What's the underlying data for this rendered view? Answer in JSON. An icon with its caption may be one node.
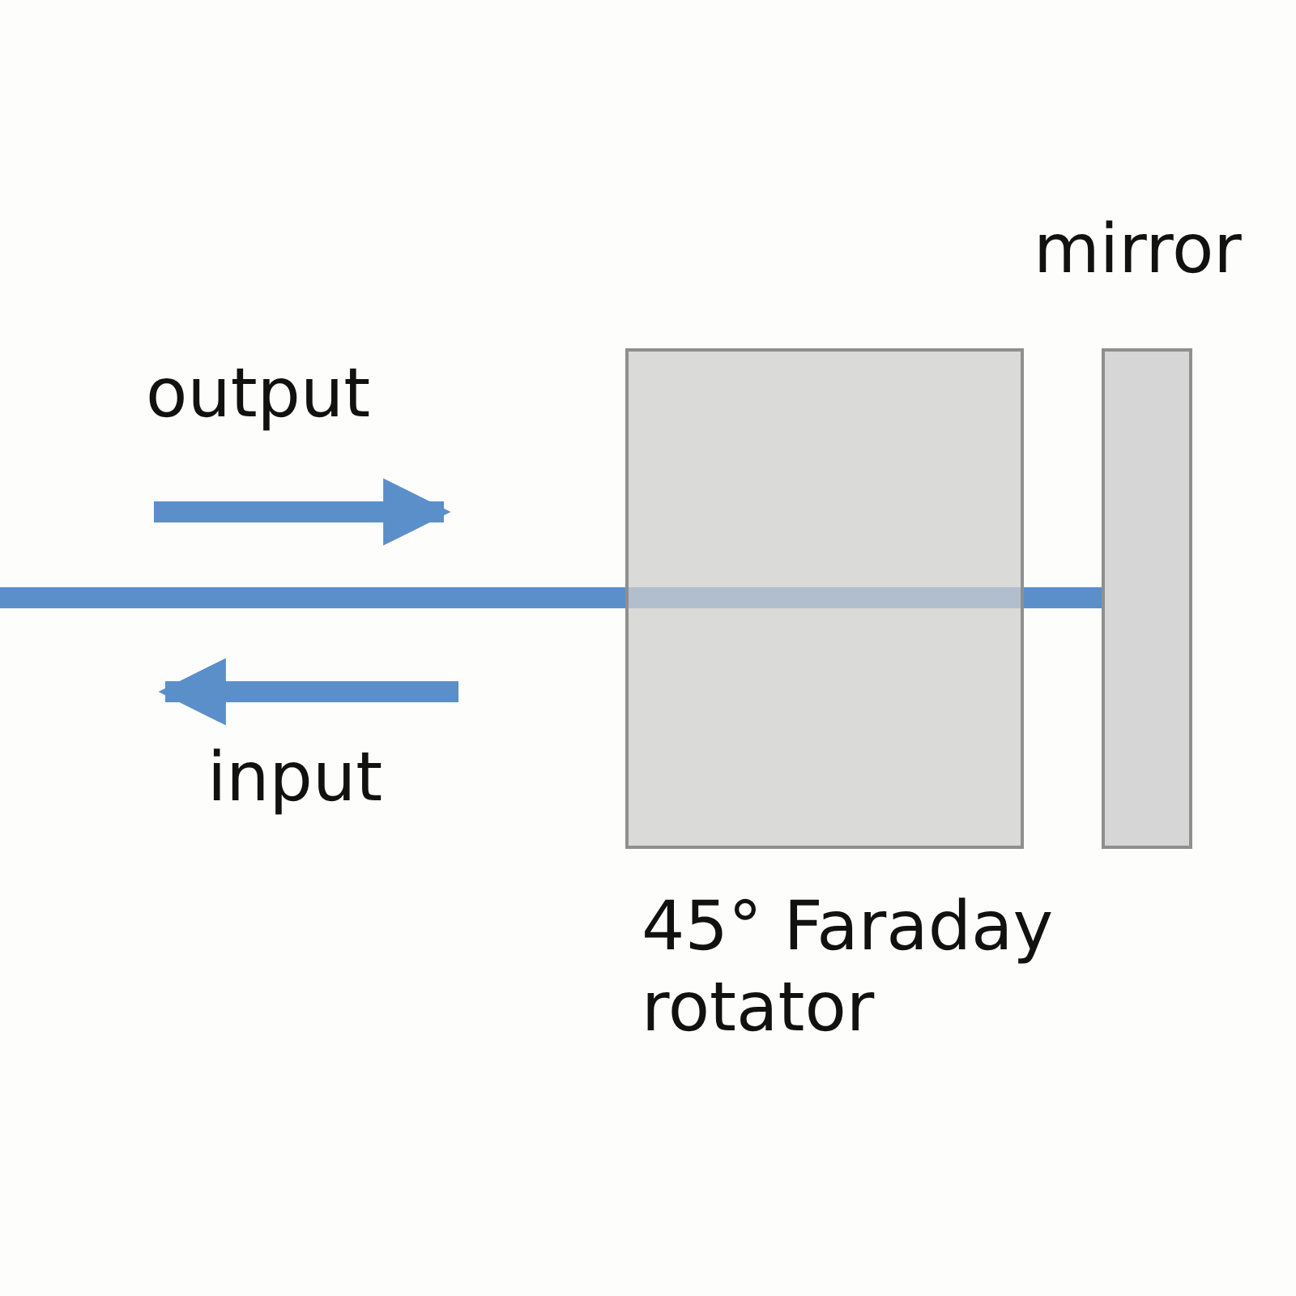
{
  "diagram": {
    "nodes": [
      {
        "text": [
          "45° Faraday rotator"
        ]
      },
      {
        "text": [
          "mirror"
        ]
      }
    ],
    "edges": [
      {
        "from": null,
        "to": 1,
        "arrow": "none"
      }
    ],
    "labels": [
      "output",
      "input"
    ]
  }
}
